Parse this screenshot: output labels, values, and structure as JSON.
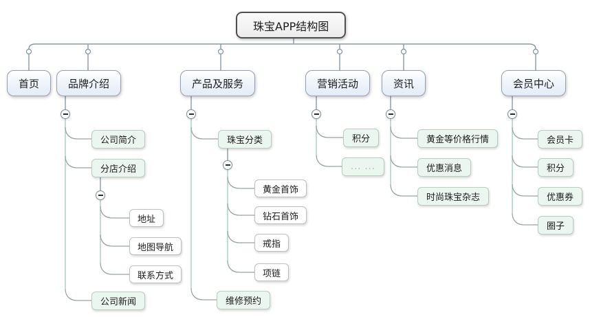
{
  "diagram": {
    "root": {
      "label": "珠宝APP结构图"
    },
    "branches": [
      {
        "label": "首页",
        "children": []
      },
      {
        "label": "品牌介绍",
        "children": [
          {
            "label": "公司简介"
          },
          {
            "label": "分店介绍",
            "children": [
              {
                "label": "地址"
              },
              {
                "label": "地图导航"
              },
              {
                "label": "联系方式"
              }
            ]
          },
          {
            "label": "公司新闻"
          }
        ]
      },
      {
        "label": "产品及服务",
        "children": [
          {
            "label": "珠宝分类",
            "children": [
              {
                "label": "黄金首饰"
              },
              {
                "label": "钻石首饰"
              },
              {
                "label": "戒指"
              },
              {
                "label": "项链"
              }
            ]
          },
          {
            "label": "维修预约"
          }
        ]
      },
      {
        "label": "营销活动",
        "children": [
          {
            "label": "积分"
          },
          {
            "label": "... ..."
          }
        ]
      },
      {
        "label": "资讯",
        "children": [
          {
            "label": "黄金等价格行情"
          },
          {
            "label": "优惠消息"
          },
          {
            "label": "时尚珠宝杂志"
          }
        ]
      },
      {
        "label": "会员中心",
        "children": [
          {
            "label": "会员卡"
          },
          {
            "label": "积分"
          },
          {
            "label": "优惠券"
          },
          {
            "label": "圈子"
          }
        ]
      }
    ],
    "icons": {
      "collapse": "minus-circle",
      "junction": "small-hollow-circle"
    },
    "colors": {
      "background": "#ffffff",
      "root_fill": "#f0f0f0",
      "root_border": "#4f4f4f",
      "branch_fill": "#eef3fa",
      "branch_border": "#93a1b3",
      "child_fill": "#eaf6ef",
      "child_border": "#b6cfbf",
      "leaf_fill": "#ffffff",
      "connector_line": "#8a99a6",
      "trunk_line": "#a6cfc2",
      "curve_line": "#9aa5a0"
    }
  }
}
